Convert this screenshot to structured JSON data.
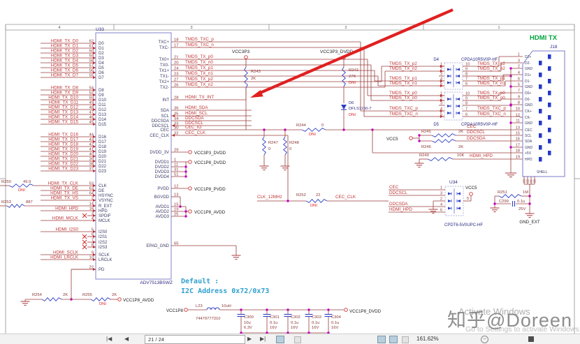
{
  "frame": {
    "columns": [
      "4",
      "3",
      "2",
      "1"
    ]
  },
  "titles": {
    "connector_title": "HDMI TX",
    "note1": "Default :",
    "note2": "I2C Address 0x72/0x73"
  },
  "u33": {
    "ref": "U33",
    "part": "ADV7513BSWZ",
    "left_pins": [
      {
        "net": "HDMI_TX_D0",
        "pin": "62",
        "name": "D0"
      },
      {
        "net": "HDMI_TX_D1",
        "pin": "61",
        "name": "D1"
      },
      {
        "net": "HDMI_TX_D2",
        "pin": "60",
        "name": "D2"
      },
      {
        "net": "HDMI_TX_D3",
        "pin": "59",
        "name": "D3"
      },
      {
        "net": "HDMI_TX_D4",
        "pin": "58",
        "name": "D4"
      },
      {
        "net": "HDMI_TX_D5",
        "pin": "57",
        "name": "D5"
      },
      {
        "net": "HDMI_TX_D6",
        "pin": "56",
        "name": "D6"
      },
      {
        "net": "HDMI_TX_D7",
        "pin": "55",
        "name": "D7"
      },
      {
        "net": "HDMI_TX_D8",
        "pin": "54",
        "name": "D8"
      },
      {
        "net": "HDMI_TX_D9",
        "pin": "52",
        "name": "D9"
      },
      {
        "net": "HDMI_TX_D10",
        "pin": "50",
        "name": "D10"
      },
      {
        "net": "HDMI_TX_D11",
        "pin": "49",
        "name": "D11"
      },
      {
        "net": "HDMI_TX_D12",
        "pin": "48",
        "name": "D12"
      },
      {
        "net": "HDMI_TX_D13",
        "pin": "47",
        "name": "D13"
      },
      {
        "net": "HDMI_TX_D14",
        "pin": "46",
        "name": "D14"
      },
      {
        "net": "HDMI_TX_D15",
        "pin": "45",
        "name": "D15"
      },
      {
        "net": "HDMI_TX_D16",
        "pin": "44",
        "name": "D16"
      },
      {
        "net": "HDMI_TX_D17",
        "pin": "43",
        "name": "D17"
      },
      {
        "net": "HDMI_TX_D18",
        "pin": "42",
        "name": "D18"
      },
      {
        "net": "HDMI_TX_D19",
        "pin": "41",
        "name": "D19"
      },
      {
        "net": "HDMI_TX_D20",
        "pin": "40",
        "name": "D20"
      },
      {
        "net": "HDMI_TX_D21",
        "pin": "39",
        "name": "D21"
      },
      {
        "net": "HDMI_TX_D22",
        "pin": "38",
        "name": "D22"
      },
      {
        "net": "HDMI_TX_D23",
        "pin": "37",
        "name": "D23"
      },
      {
        "net": "HDMI_TX_CLK",
        "pin": "53",
        "name": "CLK"
      },
      {
        "net": "HDMI_TX_DE",
        "pin": "63",
        "name": "DE"
      },
      {
        "net": "HDMI_TX_HS",
        "pin": "64",
        "name": "HSYNC"
      },
      {
        "net": "HDMI_TX_VS",
        "pin": "2",
        "name": "VSYNC"
      },
      {
        "net": "",
        "pin": "14",
        "name": "R_EXT"
      },
      {
        "net": "HDMI_HPD",
        "pin": "16",
        "name": "HPD"
      },
      {
        "net": "",
        "pin": "3",
        "name": "SPDIF",
        "nc": true
      },
      {
        "net": "HDMI_MCLK",
        "pin": "4",
        "name": "MCLK"
      },
      {
        "net": "HDMI_I2S0",
        "pin": "5",
        "name": "I2S0"
      },
      {
        "net": "",
        "pin": "6",
        "name": "I2S1",
        "nc": true
      },
      {
        "net": "",
        "pin": "7",
        "name": "I2S2",
        "nc": true
      },
      {
        "net": "",
        "pin": "8",
        "name": "I2S3",
        "nc": true
      },
      {
        "net": "HDMI_SCLK",
        "pin": "9",
        "name": "SCLK"
      },
      {
        "net": "HDMI_LRCLK",
        "pin": "10",
        "name": "LRCLK"
      },
      {
        "net": "",
        "pin": "22",
        "name": "PD"
      }
    ],
    "right_pins": [
      {
        "name": "TXC+",
        "pin": "18",
        "net": "TMDS_TXC_p"
      },
      {
        "name": "TXC-",
        "pin": "17",
        "net": "TMDS_TXC_n"
      },
      {
        "name": "TX0+",
        "pin": "21",
        "net": "TMDS_TX_p0"
      },
      {
        "name": "TX0-",
        "pin": "20",
        "net": "TMDS_TX_n0"
      },
      {
        "name": "TX1+",
        "pin": "24",
        "net": "TMDS_TX_p1"
      },
      {
        "name": "TX1-",
        "pin": "23",
        "net": "TMDS_TX_n1"
      },
      {
        "name": "TX2+",
        "pin": "27",
        "net": "TMDS_TX_p2"
      },
      {
        "name": "TX2-",
        "pin": "26",
        "net": "TMDS_TX_n2"
      },
      {
        "name": "INT",
        "pin": "28",
        "net": "HDMI_TX_INT"
      },
      {
        "name": "SDA",
        "pin": "36",
        "net": "HDMI_SDA"
      },
      {
        "name": "SCL",
        "pin": "35",
        "net": "HDMI_SCL"
      },
      {
        "name": "DDCSDA",
        "pin": "34",
        "net": "DDCSDA"
      },
      {
        "name": "DDCSCL",
        "pin": "33",
        "net": "DDCSCL"
      },
      {
        "name": "CEC",
        "pin": "30",
        "net": "CEC_IO"
      },
      {
        "name": "CEC_CLK",
        "pin": "32",
        "net": "CEC_CLK"
      }
    ],
    "power_pins": [
      {
        "name": "DVDD_3V",
        "pin": "29"
      },
      {
        "name": "DVDD1",
        "pin": "1"
      },
      {
        "name": "DVDD2",
        "pin": "11"
      },
      {
        "name": "DVDD3",
        "pin": "31"
      },
      {
        "name": "DVDD4",
        "pin": "51"
      },
      {
        "name": "PVDD",
        "pin": "12"
      },
      {
        "name": "BGVDD",
        "pin": "13"
      },
      {
        "name": "AVDD1",
        "pin": "15"
      },
      {
        "name": "AVDD2",
        "pin": "19"
      },
      {
        "name": "AVDD3",
        "pin": "25"
      },
      {
        "name": "EPAD_GND",
        "pin": "65"
      }
    ],
    "rails": {
      "dvdd3v": "VCC3P3_DVDD",
      "dvdd": "VCC1P8_DVDD",
      "pvdd": "VCC1P8_PVDD",
      "avdd": "VCC1P8_AVDD"
    }
  },
  "parts": {
    "r243": {
      "ref": "R243",
      "val": "2K",
      "rail": "VCC3P3"
    },
    "r242": {
      "ref": "R242",
      "val": "27K",
      "dni": "DNI",
      "rail": "VCC3P3_DVDD"
    },
    "d6": {
      "ref": "D6",
      "part": "DFLS1150-7",
      "dni": "DNI"
    },
    "r244": {
      "ref": "R244",
      "val": "0",
      "dni": "DNI"
    },
    "r247": {
      "ref": "R247",
      "val": "0"
    },
    "r248": {
      "ref": "R248",
      "val": "0"
    },
    "r250": {
      "ref": "R250",
      "val": "49.9",
      "dni": "DNI"
    },
    "r253": {
      "ref": "R253",
      "val": "887"
    },
    "r254": {
      "ref": "R254",
      "val": "2K"
    },
    "r255": {
      "ref": "R255",
      "val": "2K",
      "dni": "DNI",
      "rail": "VCC1P8_AVDD"
    },
    "r252": {
      "ref": "R252",
      "val": "22",
      "dni": "DNI",
      "left": "CLK_12MHz",
      "right": "CEC_CLK"
    },
    "r245": {
      "ref": "R245",
      "val": "2K",
      "net": "DDCSCL"
    },
    "r246": {
      "ref": "R246",
      "val": "2K",
      "net": "DDCSDA"
    },
    "r249": {
      "ref": "R249",
      "val": "10K",
      "net": "HDMI_HPD"
    },
    "r251": {
      "ref": "R251",
      "val": "1M"
    },
    "c299": {
      "ref": "C299",
      "val": "0.1u",
      "volt": "25V"
    }
  },
  "rails": {
    "vcc5": "VCC5",
    "gnd_ext": "GND_EXT",
    "vcc1p8": "VCC1P8",
    "vcc1p8_dvdd": "VCC1P8_DVDD"
  },
  "power_rail": {
    "inductor": {
      "ref": "L23",
      "val": "10uH",
      "part": "74479777310"
    },
    "caps": [
      {
        "ref": "C300",
        "val": "10u",
        "volt": "6.3V"
      },
      {
        "ref": "C301",
        "val": "0.1u",
        "volt": "16V"
      },
      {
        "ref": "C302",
        "val": "0.1u",
        "volt": "16V"
      },
      {
        "ref": "C303",
        "val": "0.1u",
        "volt": "16V"
      },
      {
        "ref": "C304",
        "val": "0.1u",
        "volt": "16V"
      }
    ]
  },
  "esd": {
    "d4": {
      "ref": "D4",
      "part": "CPDA10R5V0P-HF",
      "left": [
        [
          "1",
          "TMDS_TX_p2"
        ],
        [
          "2",
          "TMDS_TX_n2"
        ],
        [
          "3",
          ""
        ],
        [
          "4",
          "TMDS_TX_p1"
        ],
        [
          "5",
          "TMDS_TX_n1"
        ]
      ],
      "right": [
        [
          "10",
          "TMDS_TX_p2"
        ],
        [
          "9",
          "TMDS_TX_n2"
        ],
        [
          "8",
          ""
        ],
        [
          "7",
          "TMDS_TX_p1"
        ],
        [
          "6",
          "TMDS_TX_n1"
        ]
      ]
    },
    "d5": {
      "ref": "D5",
      "part": "CPDA10R5V0P-HF",
      "left": [
        [
          "1",
          "TMDS_TX_p0"
        ],
        [
          "2",
          "TMDS_TX_n0"
        ],
        [
          "3",
          ""
        ],
        [
          "4",
          "TMDS_TXC_p"
        ],
        [
          "5",
          "TMDS_TXC_n"
        ]
      ],
      "right": [
        [
          "10",
          "TMDS_TX_p0"
        ],
        [
          "9",
          "TMDS_TX_n0"
        ],
        [
          "8",
          ""
        ],
        [
          "7",
          "TMDS_TXC_p"
        ],
        [
          "6",
          "TMDS_TXC_n"
        ]
      ]
    }
  },
  "j18": {
    "ref": "J18",
    "shell": "SHELL",
    "shell_pins": [
      "23",
      "22",
      "21",
      "20"
    ],
    "pins": [
      [
        "1",
        "D2+"
      ],
      [
        "3",
        "D2-"
      ],
      [
        "2",
        "GND"
      ],
      [
        "4",
        "D1+"
      ],
      [
        "6",
        "D1-"
      ],
      [
        "5",
        "GND"
      ],
      [
        "7",
        "D0+"
      ],
      [
        "9",
        "D0-"
      ],
      [
        "8",
        "GND"
      ],
      [
        "10",
        "CK+"
      ],
      [
        "12",
        "CK-"
      ],
      [
        "11",
        "GND"
      ],
      [
        "13",
        "CEC"
      ],
      [
        "15",
        "SCL"
      ],
      [
        "16",
        "SDA"
      ],
      [
        "17",
        "GND"
      ],
      [
        "18",
        "+5V"
      ],
      [
        "19",
        "HPD"
      ]
    ]
  },
  "u34": {
    "ref": "U34",
    "part": "CPDT6-5V0UPC-HF",
    "right_pin": "5",
    "right_net": "VCC5",
    "left": [
      [
        "1",
        "CEC"
      ],
      [
        "3",
        "DDCSCL"
      ],
      [
        "2",
        ""
      ],
      [
        "4",
        "DDCSDA"
      ],
      [
        "6",
        "HDMI_HPD"
      ]
    ]
  },
  "misc_nets": {
    "cec_io": "CEC_IO",
    "cec": "CEC"
  },
  "toolbar": {
    "first": "|◀",
    "prev": "◀",
    "page": "21 / 24",
    "next": "▶",
    "last": "▶|",
    "zoom": "161.62%"
  },
  "watermark": {
    "brand": "知乎@Doreen",
    "act1": "Activate Windows",
    "act2": "Go to Settings to activate Windows."
  }
}
